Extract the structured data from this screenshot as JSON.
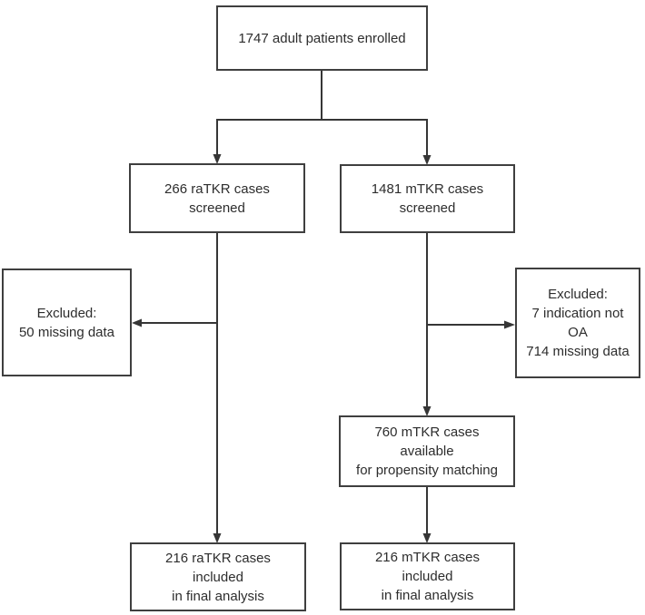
{
  "figure": {
    "type": "patient-flow-diagram",
    "background": "#ffffff",
    "border_color": "#3f3f3f",
    "line_color": "#363636",
    "text_color": "#2d2d2d"
  },
  "boxes": {
    "enrolled": {
      "lines": [
        "1747 adult patients enrolled"
      ]
    },
    "ratkr_screened": {
      "lines": [
        "266 raTKR cases screened"
      ]
    },
    "mtkr_screened": {
      "lines": [
        "1481 mTKR cases screened"
      ]
    },
    "excluded_ratkr": {
      "lines": [
        "Excluded:",
        "50 missing data"
      ]
    },
    "excluded_mtkr": {
      "lines": [
        "Excluded:",
        "7 indication not OA",
        "714 missing data"
      ]
    },
    "propensity": {
      "lines": [
        "760 mTKR cases available",
        "for propensity matching"
      ]
    },
    "ratkr_final": {
      "lines": [
        "216 raTKR cases included",
        "in final analysis"
      ]
    },
    "mtkr_final": {
      "lines": [
        "216 mTKR cases included",
        "in final analysis"
      ]
    }
  }
}
